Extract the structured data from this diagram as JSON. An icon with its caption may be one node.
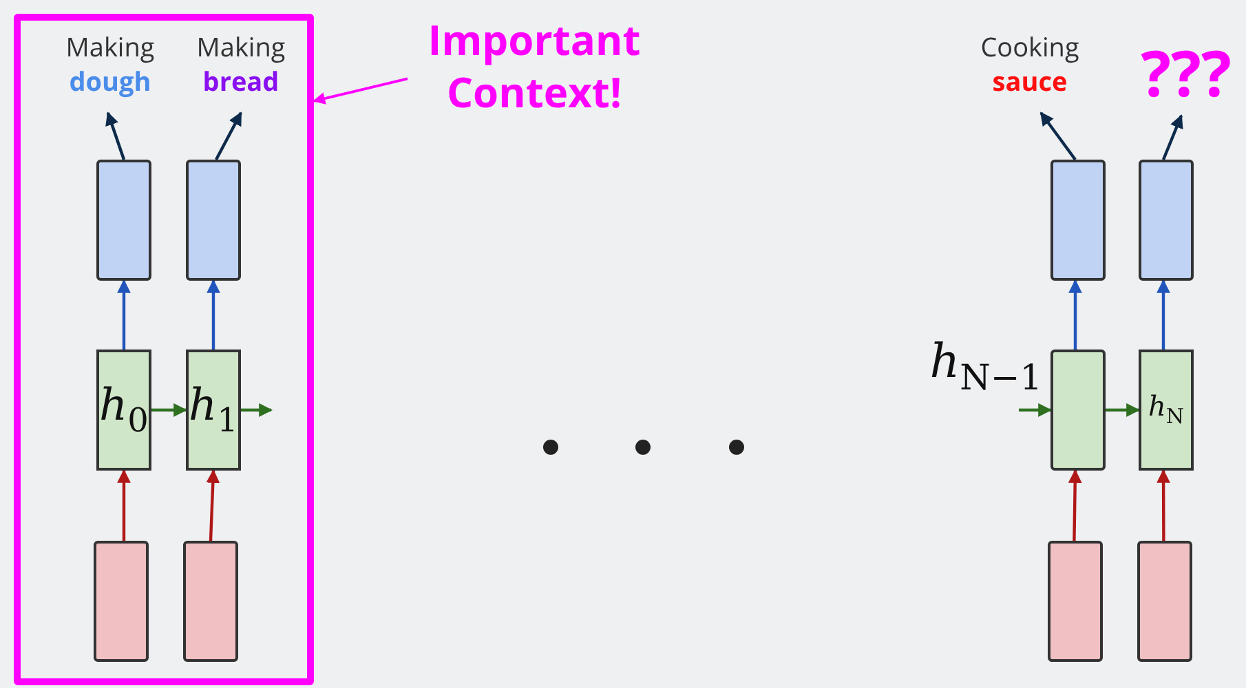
{
  "diagram": {
    "nodes": [
      {
        "text": [],
        "shape": "box"
      },
      {
        "text": [
          "Making",
          "dough"
        ],
        "in": 0
      },
      {
        "text": [
          "Making",
          "bread"
        ],
        "in": 0
      },
      {
        "text": [],
        "shape": "box",
        "in": 0
      },
      {
        "text": [],
        "shape": "box",
        "in": 0
      },
      {
        "text": [
          "h$_{0}$"
        ],
        "in": 0
      },
      {
        "text": [
          "h$_{1}$"
        ],
        "in": 0
      },
      {
        "text": [],
        "shape": "box",
        "in": 0
      },
      {
        "text": [],
        "shape": "box",
        "in": 0
      },
      {
        "text": [
          "Important Context!"
        ]
      },
      {
        "text": [
          "Cooking",
          "sauce"
        ]
      },
      {
        "text": [
          "???"
        ]
      },
      {
        "text": [],
        "shape": "box"
      },
      {
        "text": [],
        "shape": "box"
      },
      {
        "text": [],
        "shape": "box",
        "beside": [
          "h$_{N−1}$"
        ]
      },
      {
        "text": [
          "h$_{N}$"
        ]
      },
      {
        "text": [],
        "shape": "box"
      },
      {
        "text": [],
        "shape": "box"
      }
    ],
    "edges": [
      {
        "from": 3,
        "to": 1,
        "arrow": "to",
        "color": "#0d2a4a"
      },
      {
        "from": 4,
        "to": 2,
        "arrow": "to",
        "color": "#0d2a4a"
      },
      {
        "from": 5,
        "to": 3,
        "arrow": "to",
        "color": "#2255bb"
      },
      {
        "from": 6,
        "to": 4,
        "arrow": "to",
        "color": "#2255bb"
      },
      {
        "from": 7,
        "to": 5,
        "arrow": "to",
        "color": "#b01818"
      },
      {
        "from": 8,
        "to": 6,
        "arrow": "to",
        "color": "#b01818"
      },
      {
        "from": 5,
        "to": 6,
        "arrow": "to",
        "color": "#2e7020"
      },
      {
        "from": 6,
        "to": null,
        "arrow": "to",
        "color": "#2e7020"
      },
      {
        "from": 9,
        "to": 0,
        "arrow": "to",
        "color": "#ff00ff"
      },
      {
        "from": 12,
        "to": 10,
        "arrow": "to",
        "color": "#0d2a4a"
      },
      {
        "from": 13,
        "to": 11,
        "arrow": "to",
        "color": "#0d2a4a"
      },
      {
        "from": 14,
        "to": 12,
        "arrow": "to",
        "color": "#2255bb"
      },
      {
        "from": 15,
        "to": 13,
        "arrow": "to",
        "color": "#2255bb"
      },
      {
        "from": 16,
        "to": 14,
        "arrow": "to",
        "color": "#b01818"
      },
      {
        "from": 17,
        "to": 15,
        "arrow": "to",
        "color": "#b01818"
      },
      {
        "from": null,
        "to": 14,
        "arrow": "to",
        "color": "#2e7020"
      },
      {
        "from": 14,
        "to": 15,
        "arrow": "to",
        "color": "#2e7020"
      }
    ]
  }
}
